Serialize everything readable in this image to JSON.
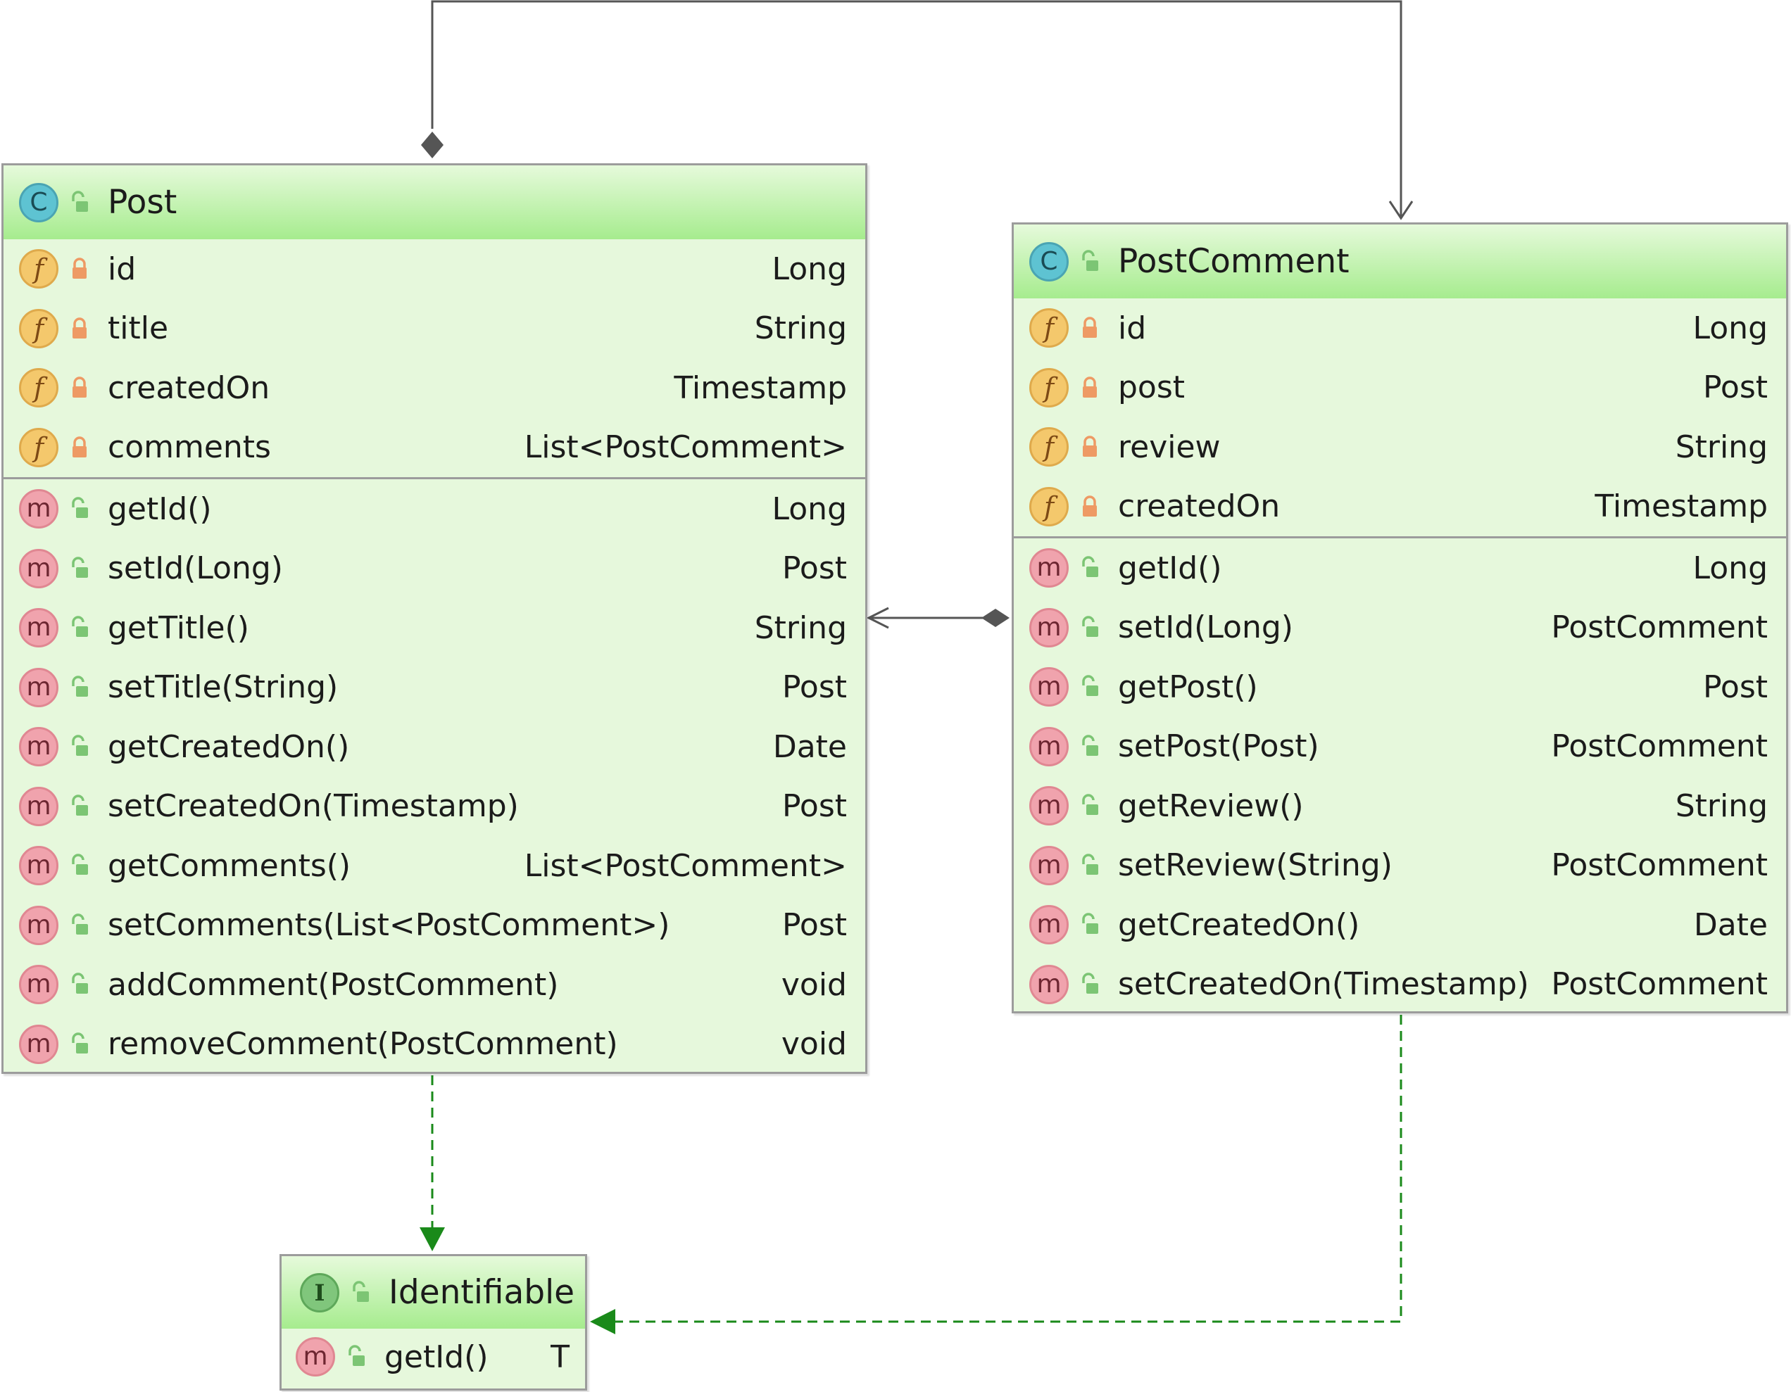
{
  "diagram": {
    "classes": {
      "post": {
        "name": "Post",
        "kind": "C",
        "fields": [
          {
            "name": "id",
            "type": "Long"
          },
          {
            "name": "title",
            "type": "String"
          },
          {
            "name": "createdOn",
            "type": "Timestamp"
          },
          {
            "name": "comments",
            "type": "List<PostComment>"
          }
        ],
        "methods": [
          {
            "name": "getId()",
            "type": "Long"
          },
          {
            "name": "setId(Long)",
            "type": "Post"
          },
          {
            "name": "getTitle()",
            "type": "String"
          },
          {
            "name": "setTitle(String)",
            "type": "Post"
          },
          {
            "name": "getCreatedOn()",
            "type": "Date"
          },
          {
            "name": "setCreatedOn(Timestamp)",
            "type": "Post"
          },
          {
            "name": "getComments()",
            "type": "List<PostComment>"
          },
          {
            "name": "setComments(List<PostComment>)",
            "type": "Post"
          },
          {
            "name": "addComment(PostComment)",
            "type": "void"
          },
          {
            "name": "removeComment(PostComment)",
            "type": "void"
          }
        ]
      },
      "postComment": {
        "name": "PostComment",
        "kind": "C",
        "fields": [
          {
            "name": "id",
            "type": "Long"
          },
          {
            "name": "post",
            "type": "Post"
          },
          {
            "name": "review",
            "type": "String"
          },
          {
            "name": "createdOn",
            "type": "Timestamp"
          }
        ],
        "methods": [
          {
            "name": "getId()",
            "type": "Long"
          },
          {
            "name": "setId(Long)",
            "type": "PostComment"
          },
          {
            "name": "getPost()",
            "type": "Post"
          },
          {
            "name": "setPost(Post)",
            "type": "PostComment"
          },
          {
            "name": "getReview()",
            "type": "String"
          },
          {
            "name": "setReview(String)",
            "type": "PostComment"
          },
          {
            "name": "getCreatedOn()",
            "type": "Date"
          },
          {
            "name": "setCreatedOn(Timestamp)",
            "type": "PostComment"
          }
        ]
      },
      "identifiable": {
        "name": "Identifiable",
        "kind": "I",
        "methods": [
          {
            "name": "getId()",
            "type": "T"
          }
        ]
      }
    },
    "icons": {
      "field": "f",
      "method": "m",
      "private": "lock-closed-icon",
      "public": "lock-open-icon"
    },
    "colors": {
      "box_fill": "#e6f8dc",
      "header_gradient_top": "#e6fadb",
      "header_gradient_bottom": "#a6ec8e",
      "border": "#9c9c9c",
      "association_line": "#555555",
      "realization_line": "#1a8a1a",
      "private_lock": "#ee9a64",
      "public_lock": "#7cc574"
    },
    "relations": [
      {
        "from": "Post",
        "to": "PostComment",
        "type": "composition"
      },
      {
        "from": "PostComment",
        "to": "Post",
        "type": "composition"
      },
      {
        "from": "Post",
        "to": "Identifiable",
        "type": "realization"
      },
      {
        "from": "PostComment",
        "to": "Identifiable",
        "type": "realization"
      }
    ]
  }
}
